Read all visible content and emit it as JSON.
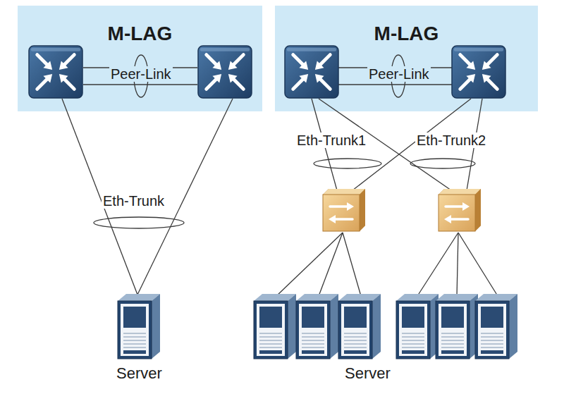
{
  "diagram": {
    "nodes": [
      {
        "text": [
          "M-LAG"
        ]
      },
      {
        "text": [
          "Server"
        ]
      },
      {
        "text": [
          "M-LAG"
        ]
      },
      {
        "text": [
          "Server"
        ]
      }
    ],
    "labels": [
      "Peer-Link",
      "Eth-Trunk",
      "Peer-Link",
      "Eth-Trunk1",
      "Eth-Trunk2"
    ]
  }
}
